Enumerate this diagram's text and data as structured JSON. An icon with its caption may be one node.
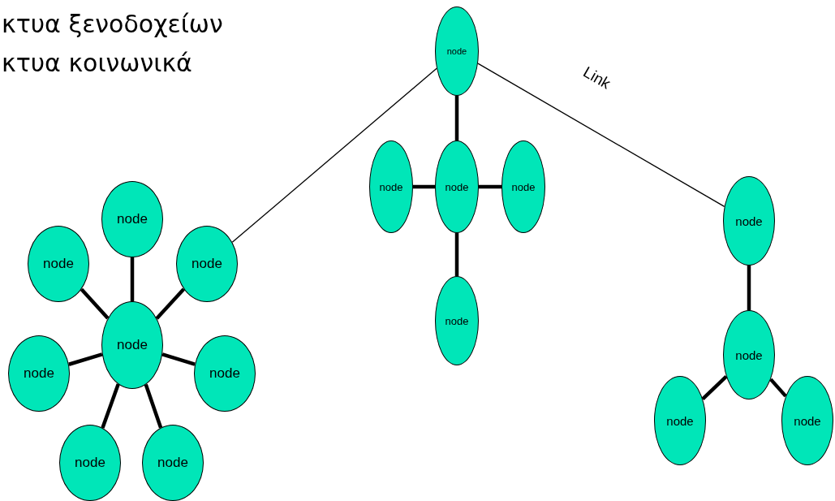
{
  "diagram": {
    "nodes": [
      {
        "text": [
          "node"
        ]
      },
      {
        "text": [
          "node"
        ]
      },
      {
        "text": [
          "node"
        ]
      },
      {
        "text": [
          "node"
        ]
      },
      {
        "text": [
          "node"
        ]
      },
      {
        "text": [
          "node"
        ]
      },
      {
        "text": [
          "node"
        ]
      },
      {
        "text": [
          "node"
        ]
      },
      {
        "text": [
          "node"
        ]
      },
      {
        "text": [
          "node"
        ]
      },
      {
        "text": [
          "node"
        ]
      },
      {
        "text": [
          "node"
        ]
      },
      {
        "text": [
          "node"
        ]
      },
      {
        "text": [
          "node"
        ]
      },
      {
        "text": [
          "node"
        ]
      },
      {
        "text": [
          "node"
        ]
      },
      {
        "text": [
          "node"
        ]
      }
    ],
    "edges": [
      {
        "from": 0,
        "to": 8,
        "arrow": "none"
      },
      {
        "from": 0,
        "to": 13,
        "arrow": "none",
        "label": "Link"
      },
      {
        "from": 0,
        "to": 1,
        "arrow": "none"
      },
      {
        "from": 1,
        "to": 2,
        "arrow": "none"
      },
      {
        "from": 1,
        "to": 3,
        "arrow": "none"
      },
      {
        "from": 1,
        "to": 4,
        "arrow": "none"
      },
      {
        "from": 5,
        "to": 6,
        "arrow": "none"
      },
      {
        "from": 5,
        "to": 7,
        "arrow": "none"
      },
      {
        "from": 5,
        "to": 8,
        "arrow": "none"
      },
      {
        "from": 5,
        "to": 9,
        "arrow": "none"
      },
      {
        "from": 5,
        "to": 10,
        "arrow": "none"
      },
      {
        "from": 5,
        "to": 11,
        "arrow": "none"
      },
      {
        "from": 5,
        "to": 12,
        "arrow": "none"
      },
      {
        "from": 13,
        "to": 14,
        "arrow": "none"
      },
      {
        "from": 14,
        "to": 15,
        "arrow": "none"
      },
      {
        "from": 14,
        "to": 16,
        "arrow": "none"
      }
    ],
    "labels": [
      "κτυα ξενοδοχείων",
      "κτυα κοινωνικά"
    ]
  }
}
